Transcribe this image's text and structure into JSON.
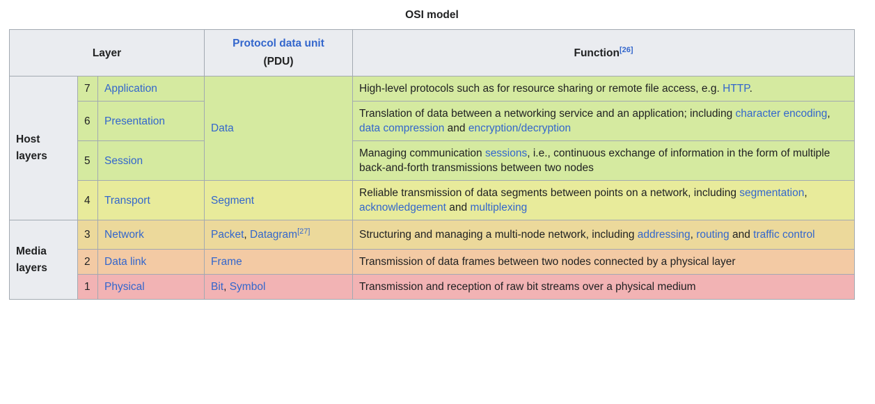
{
  "table": {
    "caption": "OSI model",
    "headers": {
      "layer": "Layer",
      "pdu_line1": "Protocol data unit",
      "pdu_line2": "(PDU)",
      "function": "Function",
      "function_ref": "[26]"
    },
    "groups": {
      "host": "Host\nlayers",
      "host_line1": "Host",
      "host_line2": "layers",
      "media_line1": "Media",
      "media_line2": "layers"
    },
    "rows": [
      {
        "number": "7",
        "name": "Application",
        "pdu": "Data",
        "function_parts": [
          {
            "text": "High-level protocols such as for resource sharing or remote file access, e.g. ",
            "link": false
          },
          {
            "text": "HTTP",
            "link": true
          },
          {
            "text": ".",
            "link": false
          }
        ],
        "tint": "t-green"
      },
      {
        "number": "6",
        "name": "Presentation",
        "pdu": "",
        "function_parts": [
          {
            "text": "Translation of data between a networking service and an application; including ",
            "link": false
          },
          {
            "text": "character encoding",
            "link": true
          },
          {
            "text": ", ",
            "link": false
          },
          {
            "text": "data compression",
            "link": true
          },
          {
            "text": " and ",
            "link": false
          },
          {
            "text": "encryption/decryption",
            "link": true
          }
        ],
        "tint": "t-green"
      },
      {
        "number": "5",
        "name": "Session",
        "pdu": "",
        "function_parts": [
          {
            "text": "Managing communication ",
            "link": false
          },
          {
            "text": "sessions",
            "link": true
          },
          {
            "text": ", i.e., continuous exchange of information in the form of multiple back-and-forth transmissions between two nodes",
            "link": false
          }
        ],
        "tint": "t-green"
      },
      {
        "number": "4",
        "name": "Transport",
        "pdu": "Segment",
        "function_parts": [
          {
            "text": "Reliable transmission of data segments between points on a network, including ",
            "link": false
          },
          {
            "text": "segmentation",
            "link": true
          },
          {
            "text": ", ",
            "link": false
          },
          {
            "text": "acknowledgement",
            "link": true
          },
          {
            "text": " and ",
            "link": false
          },
          {
            "text": "multiplexing",
            "link": true
          }
        ],
        "tint": "t-yellow"
      },
      {
        "number": "3",
        "name": "Network",
        "pdu_parts": [
          {
            "text": "Packet",
            "link": true
          },
          {
            "text": ", ",
            "link": false
          },
          {
            "text": "Datagram",
            "link": true
          },
          {
            "text": "[27]",
            "link": true,
            "sup": true
          }
        ],
        "function_parts": [
          {
            "text": "Structuring and managing a multi-node network, including ",
            "link": false
          },
          {
            "text": "addressing",
            "link": true
          },
          {
            "text": ", ",
            "link": false
          },
          {
            "text": "routing",
            "link": true
          },
          {
            "text": " and ",
            "link": false
          },
          {
            "text": "traffic control",
            "link": true
          }
        ],
        "tint": "t-tan"
      },
      {
        "number": "2",
        "name": "Data link",
        "pdu": "Frame",
        "function_parts": [
          {
            "text": "Transmission of data frames between two nodes connected by a physical layer",
            "link": false
          }
        ],
        "tint": "t-peach"
      },
      {
        "number": "1",
        "name": "Physical",
        "pdu_parts": [
          {
            "text": "Bit",
            "link": true
          },
          {
            "text": ", ",
            "link": false
          },
          {
            "text": "Symbol",
            "link": true
          }
        ],
        "function_parts": [
          {
            "text": "Transmission and reception of raw bit streams over a physical medium",
            "link": false
          }
        ],
        "tint": "t-pink"
      }
    ]
  },
  "colors": {
    "link": "#3366cc",
    "header_bg": "#eaecf0",
    "border": "#a2a9b1",
    "tint_green": "#d5eaa0",
    "tint_yellow": "#e8eb9b",
    "tint_tan": "#ecd99b",
    "tint_peach": "#f3caa4",
    "tint_pink": "#f2b3b4"
  }
}
